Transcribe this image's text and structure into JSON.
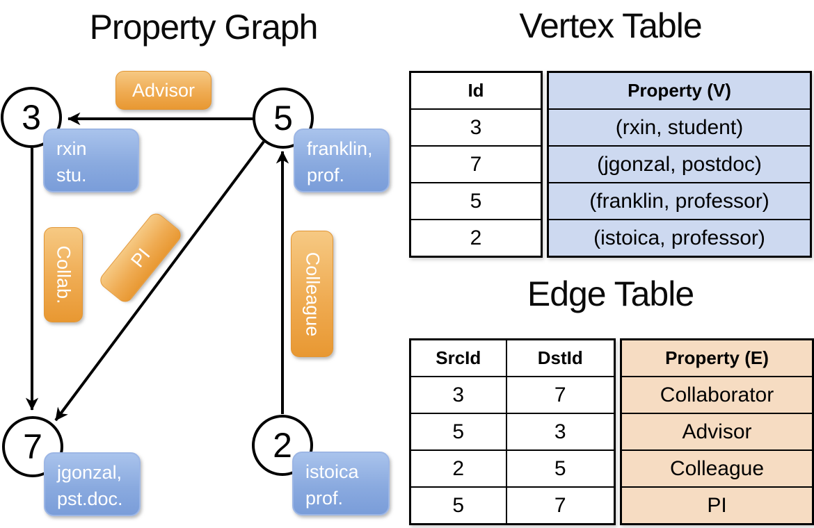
{
  "titles": {
    "graph": "Property Graph",
    "vertex_table": "Vertex Table",
    "edge_table": "Edge Table"
  },
  "graph": {
    "nodes": {
      "n3": {
        "id": "3",
        "line1": "rxin",
        "line2": "stu."
      },
      "n5": {
        "id": "5",
        "line1": "franklin,",
        "line2": "prof."
      },
      "n7": {
        "id": "7",
        "line1": "jgonzal,",
        "line2": "pst.doc."
      },
      "n2": {
        "id": "2",
        "line1": "istoica",
        "line2": "prof."
      }
    },
    "edge_labels": {
      "advisor": "Advisor",
      "collab": "Collab.",
      "pi": "PI",
      "colleague": "Colleague"
    },
    "edges": [
      {
        "from": "5",
        "to": "3",
        "label": "Advisor"
      },
      {
        "from": "3",
        "to": "7",
        "label": "Collab."
      },
      {
        "from": "5",
        "to": "7",
        "label": "PI"
      },
      {
        "from": "2",
        "to": "5",
        "label": "Colleague"
      }
    ]
  },
  "vertex_table": {
    "columns": {
      "id": "Id",
      "property": "Property (V)"
    },
    "rows": [
      {
        "id": "3",
        "property": "(rxin, student)"
      },
      {
        "id": "7",
        "property": "(jgonzal, postdoc)"
      },
      {
        "id": "5",
        "property": "(franklin, professor)"
      },
      {
        "id": "2",
        "property": "(istoica, professor)"
      }
    ]
  },
  "edge_table": {
    "columns": {
      "src": "SrcId",
      "dst": "DstId",
      "property": "Property (E)"
    },
    "rows": [
      {
        "src": "3",
        "dst": "7",
        "property": "Collaborator"
      },
      {
        "src": "5",
        "dst": "3",
        "property": "Advisor"
      },
      {
        "src": "2",
        "dst": "5",
        "property": "Colleague"
      },
      {
        "src": "5",
        "dst": "7",
        "property": "PI"
      }
    ]
  },
  "colors": {
    "edge_label_orange": "#EFA94E",
    "vertex_box_blue": "#8AAADF",
    "vertex_table_row_fill": "#CDD9F0",
    "edge_table_row_fill": "#F6DCC2",
    "line_black": "#000000"
  }
}
